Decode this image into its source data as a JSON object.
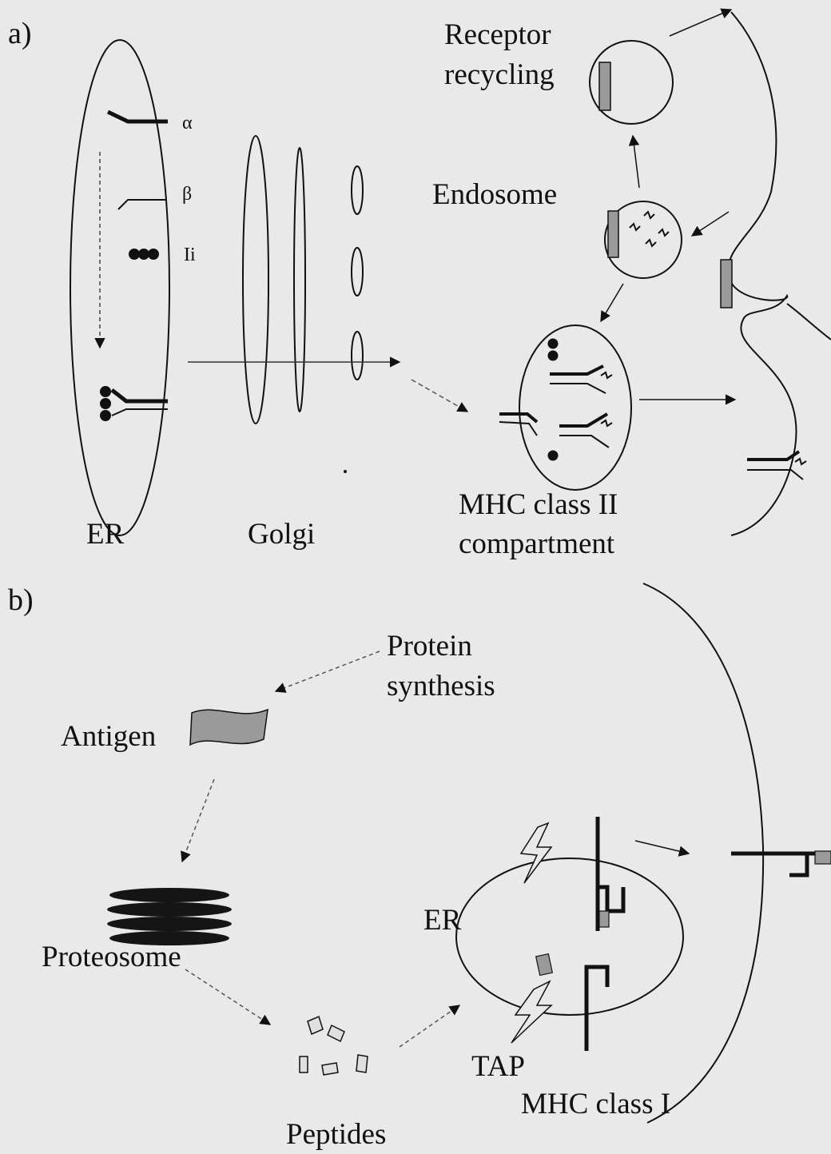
{
  "panel_a": {
    "label": "a)",
    "labels": {
      "alpha": "α",
      "beta": "β",
      "ii": "Ii",
      "er": "ER",
      "golgi": "Golgi",
      "receptor_recycling_1": "Receptor",
      "receptor_recycling_2": "recycling",
      "endosome": "Endosome",
      "miic_1": "MHC class II",
      "miic_2": "compartment"
    }
  },
  "panel_b": {
    "label": "b)",
    "labels": {
      "protein_synthesis_1": "Protein",
      "protein_synthesis_2": "synthesis",
      "antigen": "Antigen",
      "proteosome": "Proteosome",
      "peptides": "Peptides",
      "er": "ER",
      "tap": "TAP",
      "mhc_class_i": "MHC class I"
    }
  },
  "colors": {
    "background": "#e9e9e9",
    "stroke": "#111111",
    "fill_gray": "#9a9a9a",
    "proteosome": "#151515"
  }
}
